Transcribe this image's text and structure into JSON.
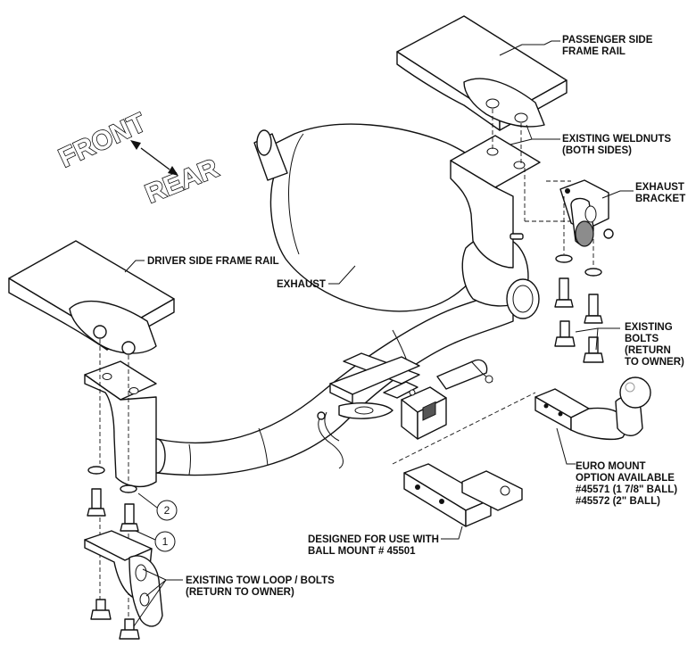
{
  "direction": {
    "front": "FRONT",
    "rear": "REAR"
  },
  "labels": {
    "passenger_rail": [
      "PASSENGER SIDE",
      "FRAME RAIL"
    ],
    "weldnuts": [
      "EXISTING WELDNUTS",
      "(BOTH SIDES)"
    ],
    "exhaust_bracket": [
      "EXHAUST",
      "BRACKET"
    ],
    "driver_rail": "DRIVER SIDE FRAME RAIL",
    "exhaust": "EXHAUST",
    "existing_bolts": [
      "EXISTING",
      "BOLTS",
      "(RETURN",
      "TO OWNER)"
    ],
    "euro_mount": [
      "EURO MOUNT",
      "OPTION AVAILABLE",
      "#45571 (1 7/8\" BALL)",
      "#45572 (2\" BALL)"
    ],
    "ball_mount": [
      "DESIGNED FOR USE WITH",
      "BALL MOUNT # 45501"
    ],
    "tow_loop": [
      "EXISTING TOW LOOP / BOLTS",
      "(RETURN TO OWNER)"
    ]
  },
  "callouts": {
    "one": "1",
    "two": "2"
  }
}
